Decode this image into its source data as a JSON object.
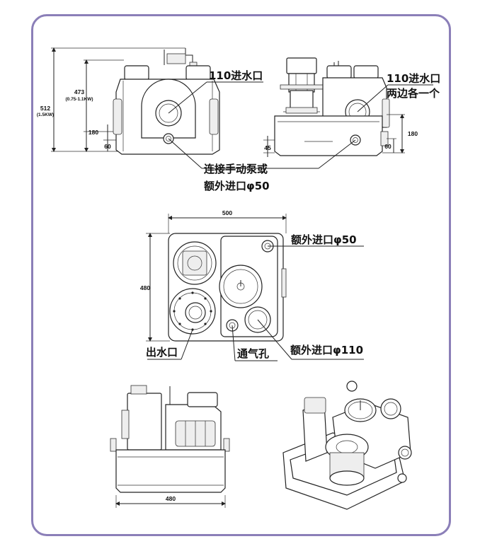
{
  "labels": {
    "inlet_110_front": "110进水口",
    "inlet_110_side": "110进水口",
    "both_sides": "两边各一个",
    "manual_pump_line1": "连接手动泵或",
    "manual_pump_line2": "额外进口φ50",
    "extra_inlet_50": "额外进口φ50",
    "outlet": "出水口",
    "vent": "通气孔",
    "extra_inlet_110": "额外进口φ110"
  },
  "dimensions": {
    "height_total": "512",
    "height_total_note": "(1.5KW)",
    "height_mid": "473",
    "height_mid_note": "(0.75-1.1KW)",
    "inlet_height_front": "180",
    "small_inlet_front": "60",
    "inlet_height_side": "180",
    "small_inlet_side": "60",
    "base_side": "45",
    "top_width": "500",
    "top_depth": "480",
    "bottom_width": "480"
  },
  "colors": {
    "frame": "#8b7fb8"
  }
}
